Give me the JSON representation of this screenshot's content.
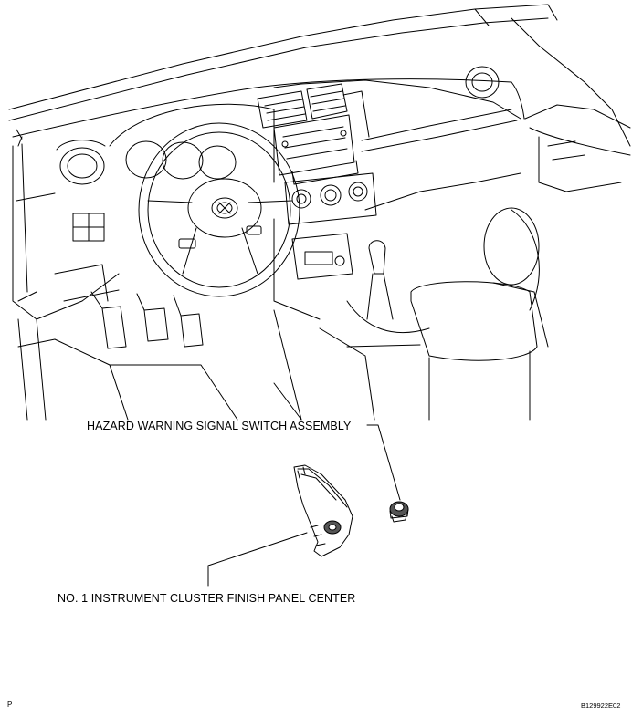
{
  "labels": {
    "hazard_switch": "HAZARD WARNING SIGNAL SWITCH ASSEMBLY",
    "finish_panel": "NO. 1 INSTRUMENT CLUSTER FINISH PANEL CENTER"
  },
  "footer": {
    "left": "P",
    "right": "B129922E02"
  },
  "colors": {
    "line": "#000000",
    "background": "#ffffff",
    "part_fill": "#555555"
  }
}
